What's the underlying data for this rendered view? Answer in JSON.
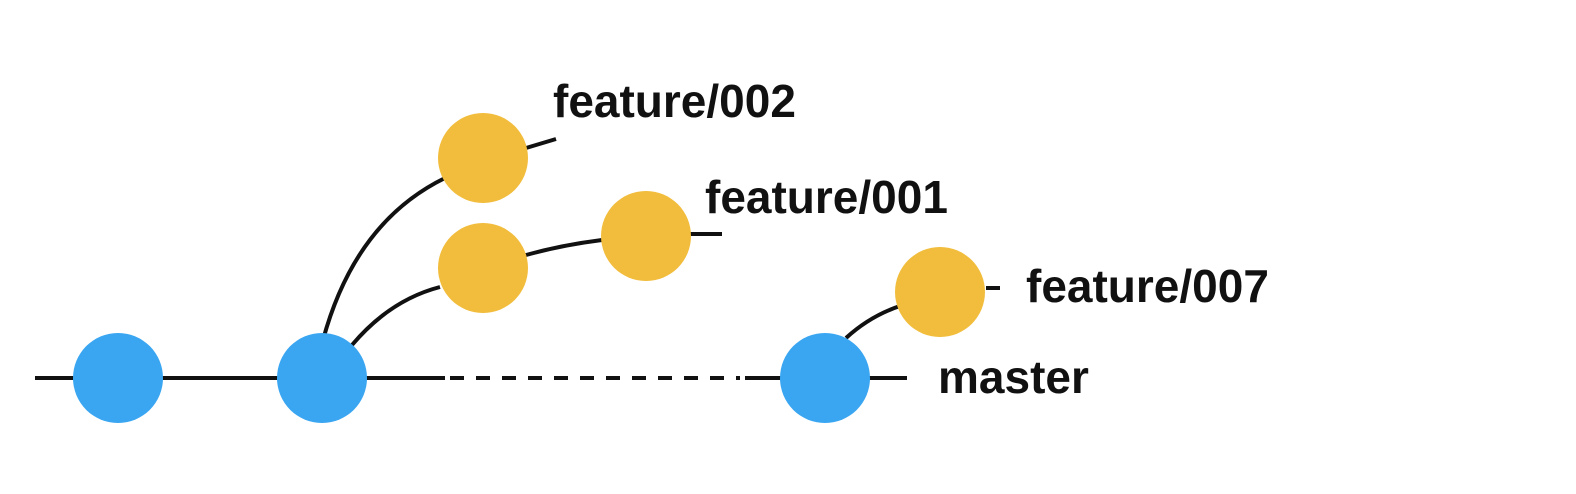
{
  "colors": {
    "master_commit": "#3aa6f2",
    "feature_commit": "#f2bd3c",
    "line": "#111111",
    "background": "#ffffff"
  },
  "branches": {
    "master": {
      "label": "master"
    },
    "feature_002": {
      "label": "feature/002"
    },
    "feature_001": {
      "label": "feature/001"
    },
    "feature_007": {
      "label": "feature/007"
    }
  }
}
